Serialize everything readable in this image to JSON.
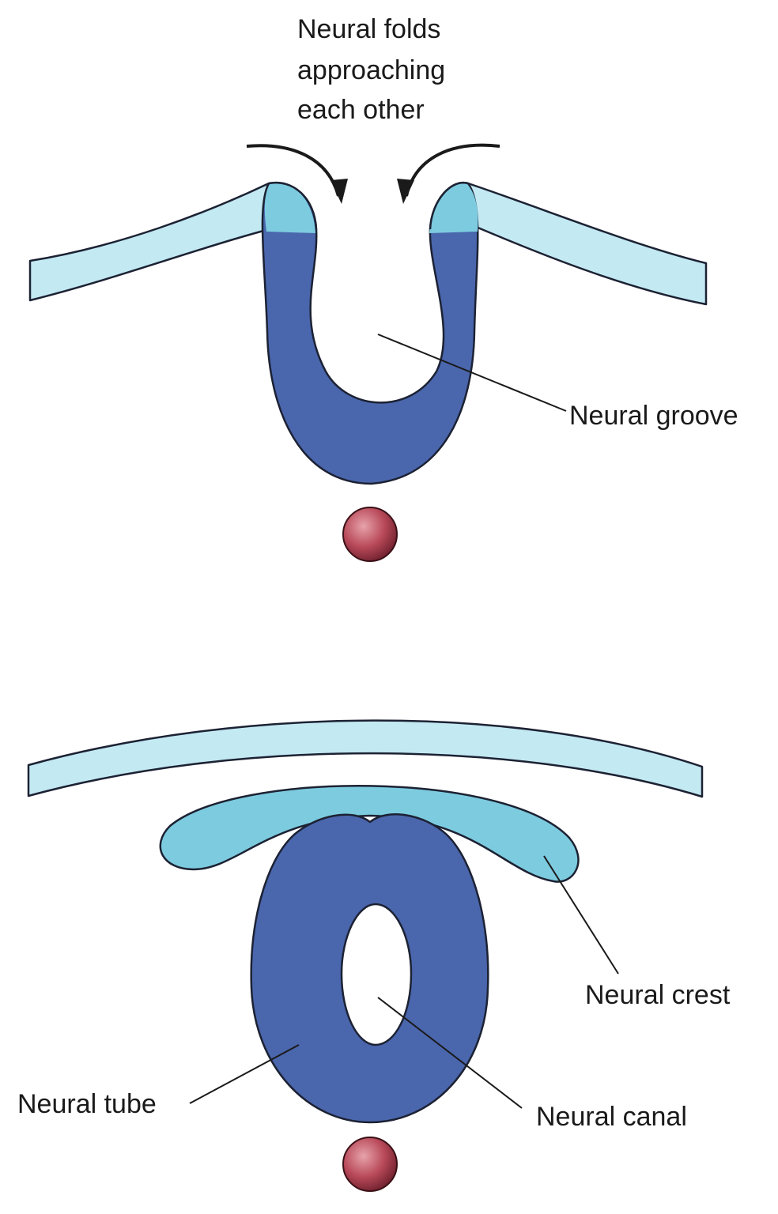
{
  "labels": {
    "folds_line1": "Neural folds",
    "folds_line2": "approaching",
    "folds_line3": "each other",
    "groove": "Neural groove",
    "crest": "Neural crest",
    "tube": "Neural tube",
    "canal": "Neural canal"
  },
  "colors": {
    "ectoderm": "#c3e9f2",
    "neural_crest": "#7dcbdf",
    "neural_tissue": "#4a66ad",
    "notochord": "#b94a5a",
    "outline": "#1c2233",
    "text": "#1a1a1a"
  }
}
